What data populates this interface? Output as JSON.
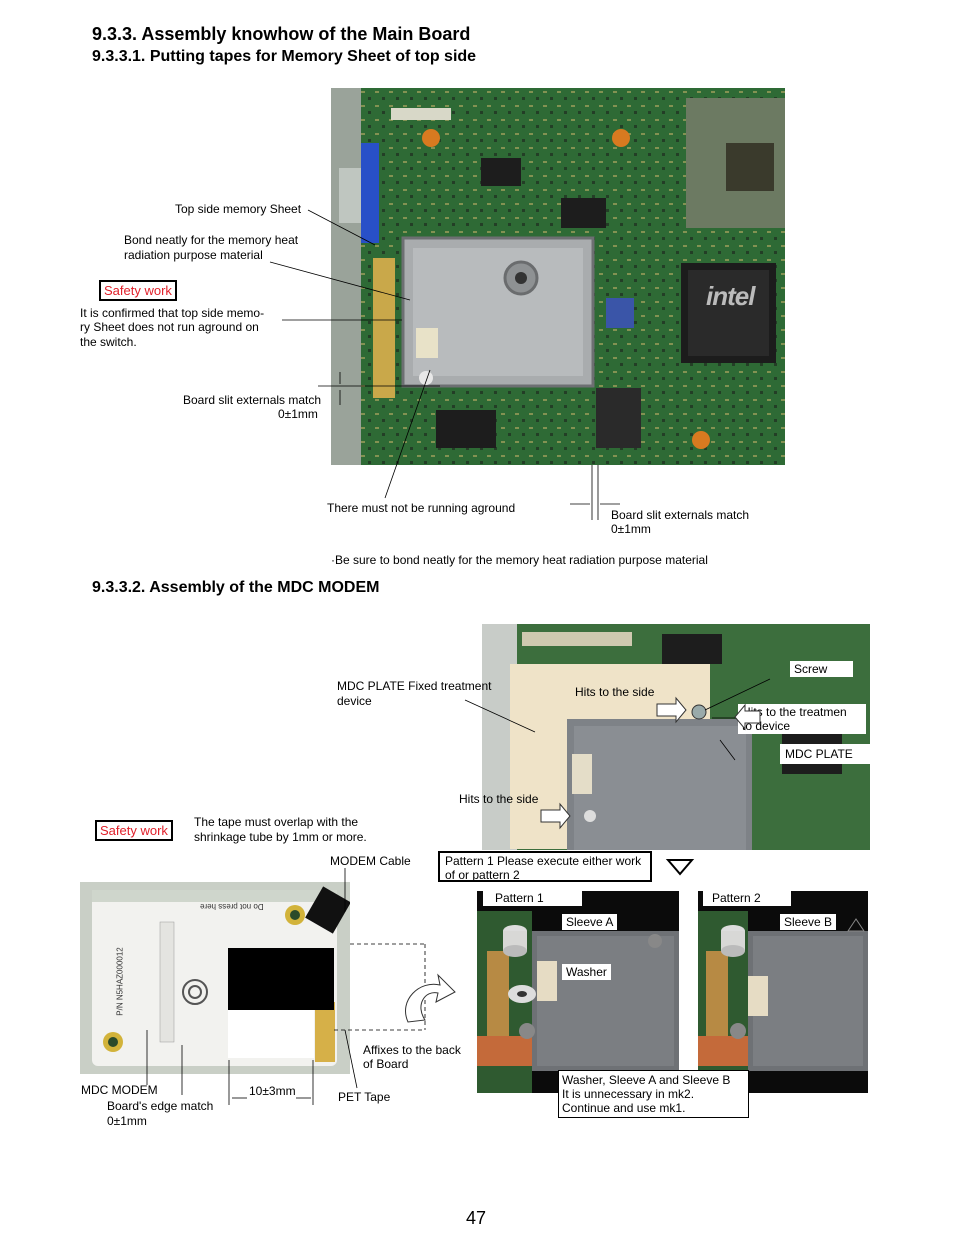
{
  "section": {
    "title": "9.3.3. Assembly knowhow of the Main Board",
    "sub1": "9.3.3.1. Putting tapes for Memory Sheet of top side",
    "sub2": "9.3.3.2. Assembly of the MDC MODEM"
  },
  "fig1": {
    "top_memory_sheet": "Top side memory Sheet",
    "bond_line1": "Bond neatly for the memory heat",
    "bond_line2": "radiation purpose material",
    "safety": "Safety work",
    "confirm_line1": "It is confirmed that top side memo-",
    "confirm_line2": "ry Sheet does not run aground on",
    "confirm_line3": "the switch.",
    "slit_left_line1": "Board slit externals match",
    "slit_left_line2": "0±1mm",
    "no_aground": "There must not be running aground",
    "slit_right_line1": "Board slit externals match",
    "slit_right_line2": "0±1mm",
    "note": "Be sure to bond neatly for the memory heat radiation purpose material",
    "chip_brand": "intel"
  },
  "fig2": {
    "screw": "Screw",
    "fixed_line1": "MDC PLATE Fixed treatment",
    "fixed_line2": "device",
    "hits_side_top": "Hits to the side",
    "hits_treat_line1": "Hits to the treatmen",
    "hits_treat_line2": "to device",
    "mdc_plate": "MDC PLATE",
    "hits_side_bottom": "Hits to the side"
  },
  "fig3": {
    "safety": "Safety work",
    "tape_line1": "The tape must overlap with the",
    "tape_line2": "shrinkage tube by 1mm or more.",
    "modem_cable": "MODEM Cable",
    "pattern_note_line1": "Pattern 1 Please execute either work",
    "pattern_note_line2": "of or pattern 2",
    "pattern1": "Pattern 1",
    "pattern2": "Pattern 2",
    "sleeve_a": "Sleeve A",
    "sleeve_b": "Sleeve B",
    "washer": "Washer",
    "washer_line1": "Washer, Sleeve A and Sleeve B",
    "washer_line2": "It is unnecessary in mk2.",
    "washer_line3": "Continue and use mk1.",
    "affixes_line1": "Affixes to the back",
    "affixes_line2": "of Board",
    "mdc_modem": "MDC MODEM",
    "edge_line1": "Board's edge match",
    "edge_line2": "0±1mm",
    "dim": "10±3mm",
    "pet_tape": "PET Tape",
    "label_top": "Do not press here",
    "label_pn": "P/N N5HAZ000012"
  },
  "page_number": "47"
}
